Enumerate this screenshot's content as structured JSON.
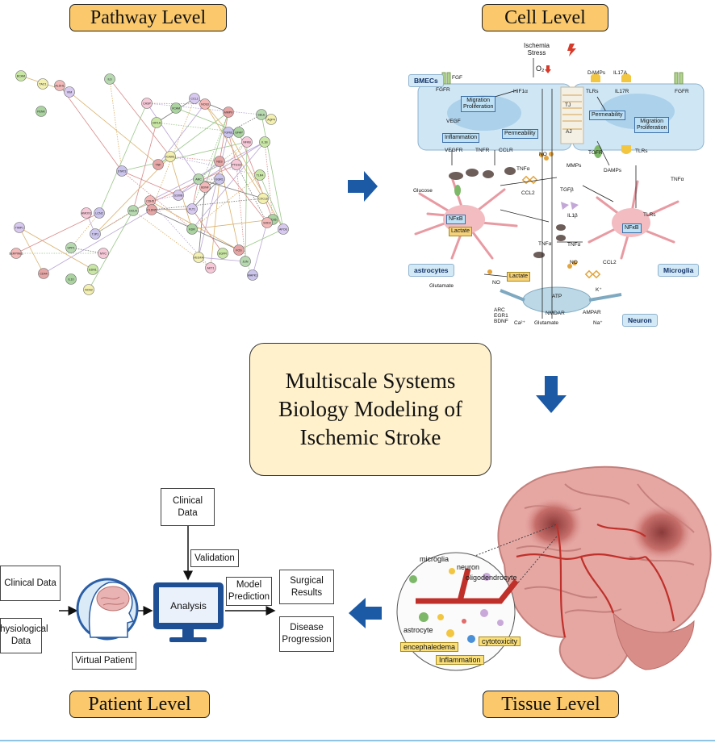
{
  "levels": {
    "pathway": "Pathway Level",
    "cell": "Cell Level",
    "patient": "Patient Level",
    "tissue": "Tissue Level"
  },
  "center_title": [
    "Multiscale Systems",
    "Biology Modeling of",
    "Ischemic Stroke"
  ],
  "cell": {
    "stress": "Ischemia\nStress",
    "o2": "O₂",
    "bmecs": "BMECs",
    "astrocytes": "astrocytes",
    "microglia": "Microglia",
    "neuron": "Neuron",
    "boxes": [
      "Migration\nProliferation",
      "Inflammation",
      "Permeability",
      "Permeability",
      "Migration\nProliferation",
      "NFκB",
      "NFκB",
      "Lactate",
      "Lactate"
    ],
    "labels": [
      "FGF",
      "FGFR",
      "HIF1α",
      "VEGF",
      "VEGFR",
      "TNFR",
      "CCLR",
      "NO",
      "DAMPs",
      "IL17A",
      "IL17R",
      "TLRs",
      "TJ",
      "AJ",
      "FGFR",
      "TGFR",
      "TLRs",
      "TNFα",
      "CCL2",
      "MMPs",
      "TGFβ",
      "DAMPs",
      "TNFα",
      "Glucose",
      "IL1β",
      "TLRs",
      "TNFα",
      "TNFα",
      "NO",
      "CCL2",
      "Glutamate",
      "NO",
      "ATP",
      "K⁺",
      "AMPAR",
      "NMDAR",
      "Ca²⁺",
      "Glutamate",
      "Na⁺",
      "ARC\nEGR1\nBDNF"
    ]
  },
  "network_nodes": [
    "BCAM",
    "TAC1",
    "PENK",
    "VIM",
    "ALDH1",
    "TNF",
    "IL6",
    "STAT3",
    "CASP",
    "HIF1A",
    "ICAM1",
    "VCAM",
    "CCL2",
    "NOS3",
    "MMP9",
    "SELE",
    "TGFB1",
    "NFKB",
    "IL1B",
    "AQP4",
    "GFAP",
    "S100B",
    "BDNF",
    "NES",
    "ARC",
    "EGR1",
    "PTGS2",
    "TLR4",
    "CXCL8",
    "CD36",
    "APOE",
    "SOD2",
    "FOS",
    "JUN",
    "MAPK1",
    "AKT1",
    "EGFR",
    "VEGFA",
    "KDR",
    "FLT1",
    "CDH5",
    "CLDN5",
    "OCLN",
    "TJP1",
    "MYC",
    "EDN1",
    "NOS2",
    "IL10",
    "TIMP1",
    "SERPINE1",
    "CD44",
    "SPP1",
    "LCN2",
    "HMOX1"
  ],
  "patient": {
    "clinical_data_top": "Clinical\nData",
    "validation": "Validation",
    "clinical_data_left": "Clinical Data",
    "physiological": "Physiological\nData",
    "virtual_patient": "Virtual Patient",
    "analysis": "Analysis",
    "model_prediction": "Model\nPrediction",
    "surgical": "Surgical\nResults",
    "disease": "Disease\nProgression"
  },
  "tissue": {
    "microglia": "microglia",
    "neuron": "neuron",
    "oligodendrocyte": "oligodendrocyte",
    "astrocyte": "astrocyte",
    "encephaledema": "encephaledema",
    "cytotoxicity": "cytotoxicity",
    "inflammation": "Inflammation"
  },
  "colors": {
    "label_fill": "#fbc96b",
    "center_fill": "#fff1cc",
    "arrow_blue": "#1c5aa5",
    "brain_pink": "#e6a7a3",
    "vessel_red": "#c0302a",
    "monitor_blue": "#1e4f95"
  }
}
